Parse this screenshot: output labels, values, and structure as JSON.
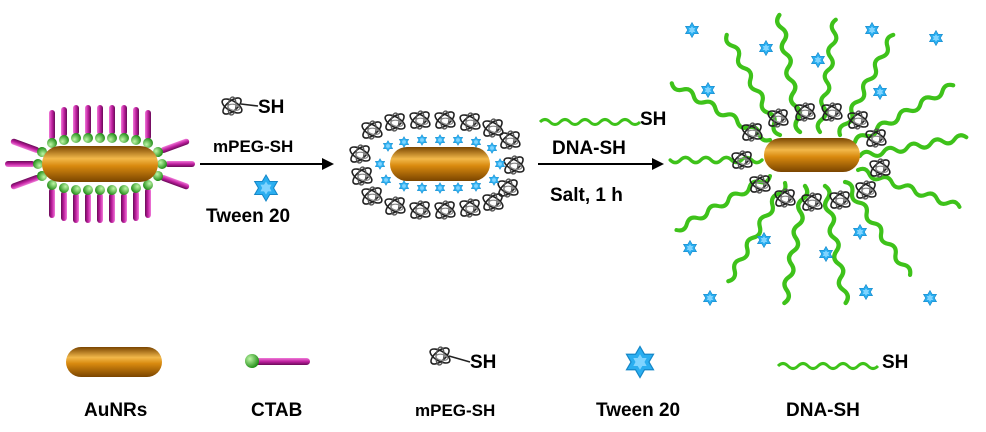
{
  "colors": {
    "rod_dark": "#8a5200",
    "rod_mid": "#d98a0f",
    "rod_light": "#f7c25a",
    "ctab_tail": "#c020a0",
    "ctab_head": "#2aa81e",
    "dna": "#3ec21a",
    "tween": "#22aaee",
    "peg": "#222222"
  },
  "step1": {
    "top_label": "SH",
    "mid_label": "mPEG-SH",
    "bottom_label": "Tween 20"
  },
  "step2": {
    "top_label": "SH",
    "mid_label": "DNA-SH",
    "bottom_label": "Salt, 1 h"
  },
  "legend": [
    {
      "key": "aunrs",
      "label": "AuNRs",
      "suffix": ""
    },
    {
      "key": "ctab",
      "label": "CTAB",
      "suffix": ""
    },
    {
      "key": "mpeg",
      "label": "mPEG-SH",
      "suffix": "SH"
    },
    {
      "key": "tween",
      "label": "Tween 20",
      "suffix": ""
    },
    {
      "key": "dna",
      "label": "DNA-SH",
      "suffix": "SH"
    }
  ]
}
